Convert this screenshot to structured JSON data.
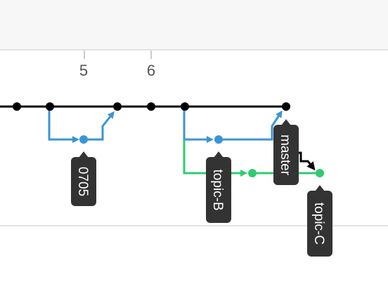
{
  "timeline": {
    "ticks": [
      "5",
      "6"
    ]
  },
  "branches": {
    "tag_0705": "0705",
    "topic_b": "topic-B",
    "master": "master",
    "topic_c": "topic-C"
  },
  "colors": {
    "main": "#000000",
    "blue": "#3a95d5",
    "green": "#2ecc71",
    "tag_bg": "#333333",
    "tick": "#cccccc"
  }
}
